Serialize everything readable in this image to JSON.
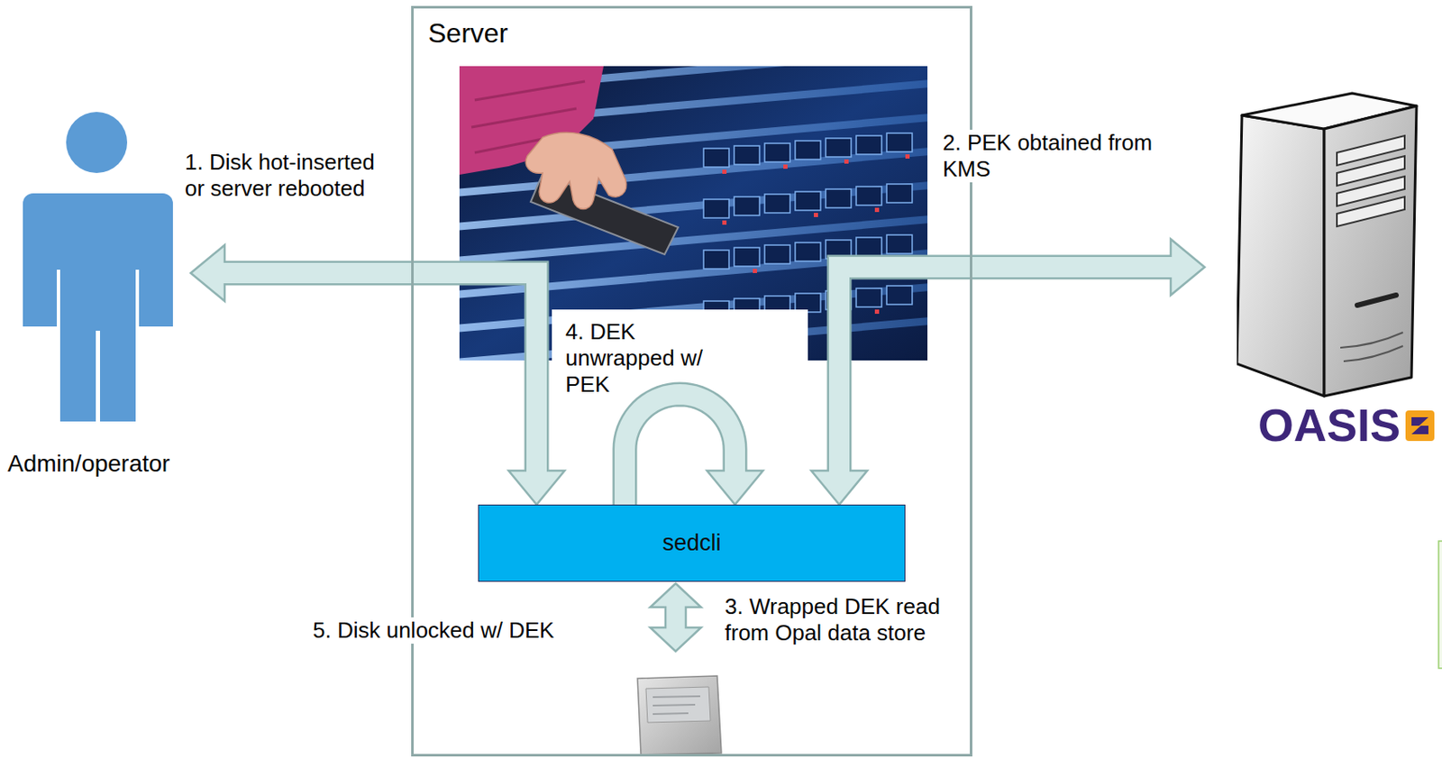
{
  "diagram": {
    "nodes": [
      {
        "text": [
          "Admin/operator"
        ]
      },
      {
        "text": [
          "Server"
        ]
      },
      {
        "text": [
          "sedcli"
        ],
        "in": 1
      },
      {
        "text": [
          "OASIS"
        ]
      }
    ],
    "edges": [
      {
        "from": 2,
        "to": 0,
        "arrow": "both",
        "label": "1. Disk hot-inserted or server rebooted"
      },
      {
        "from": 2,
        "to": 3,
        "arrow": "both",
        "label": "2. PEK obtained from KMS"
      },
      {
        "from": 2,
        "to": 2,
        "arrow": "to",
        "label": "4. DEK unwrapped w/ PEK"
      }
    ],
    "labels": [
      "3. Wrapped DEK read from Opal data store",
      "5. Disk unlocked w/ DEK"
    ]
  }
}
